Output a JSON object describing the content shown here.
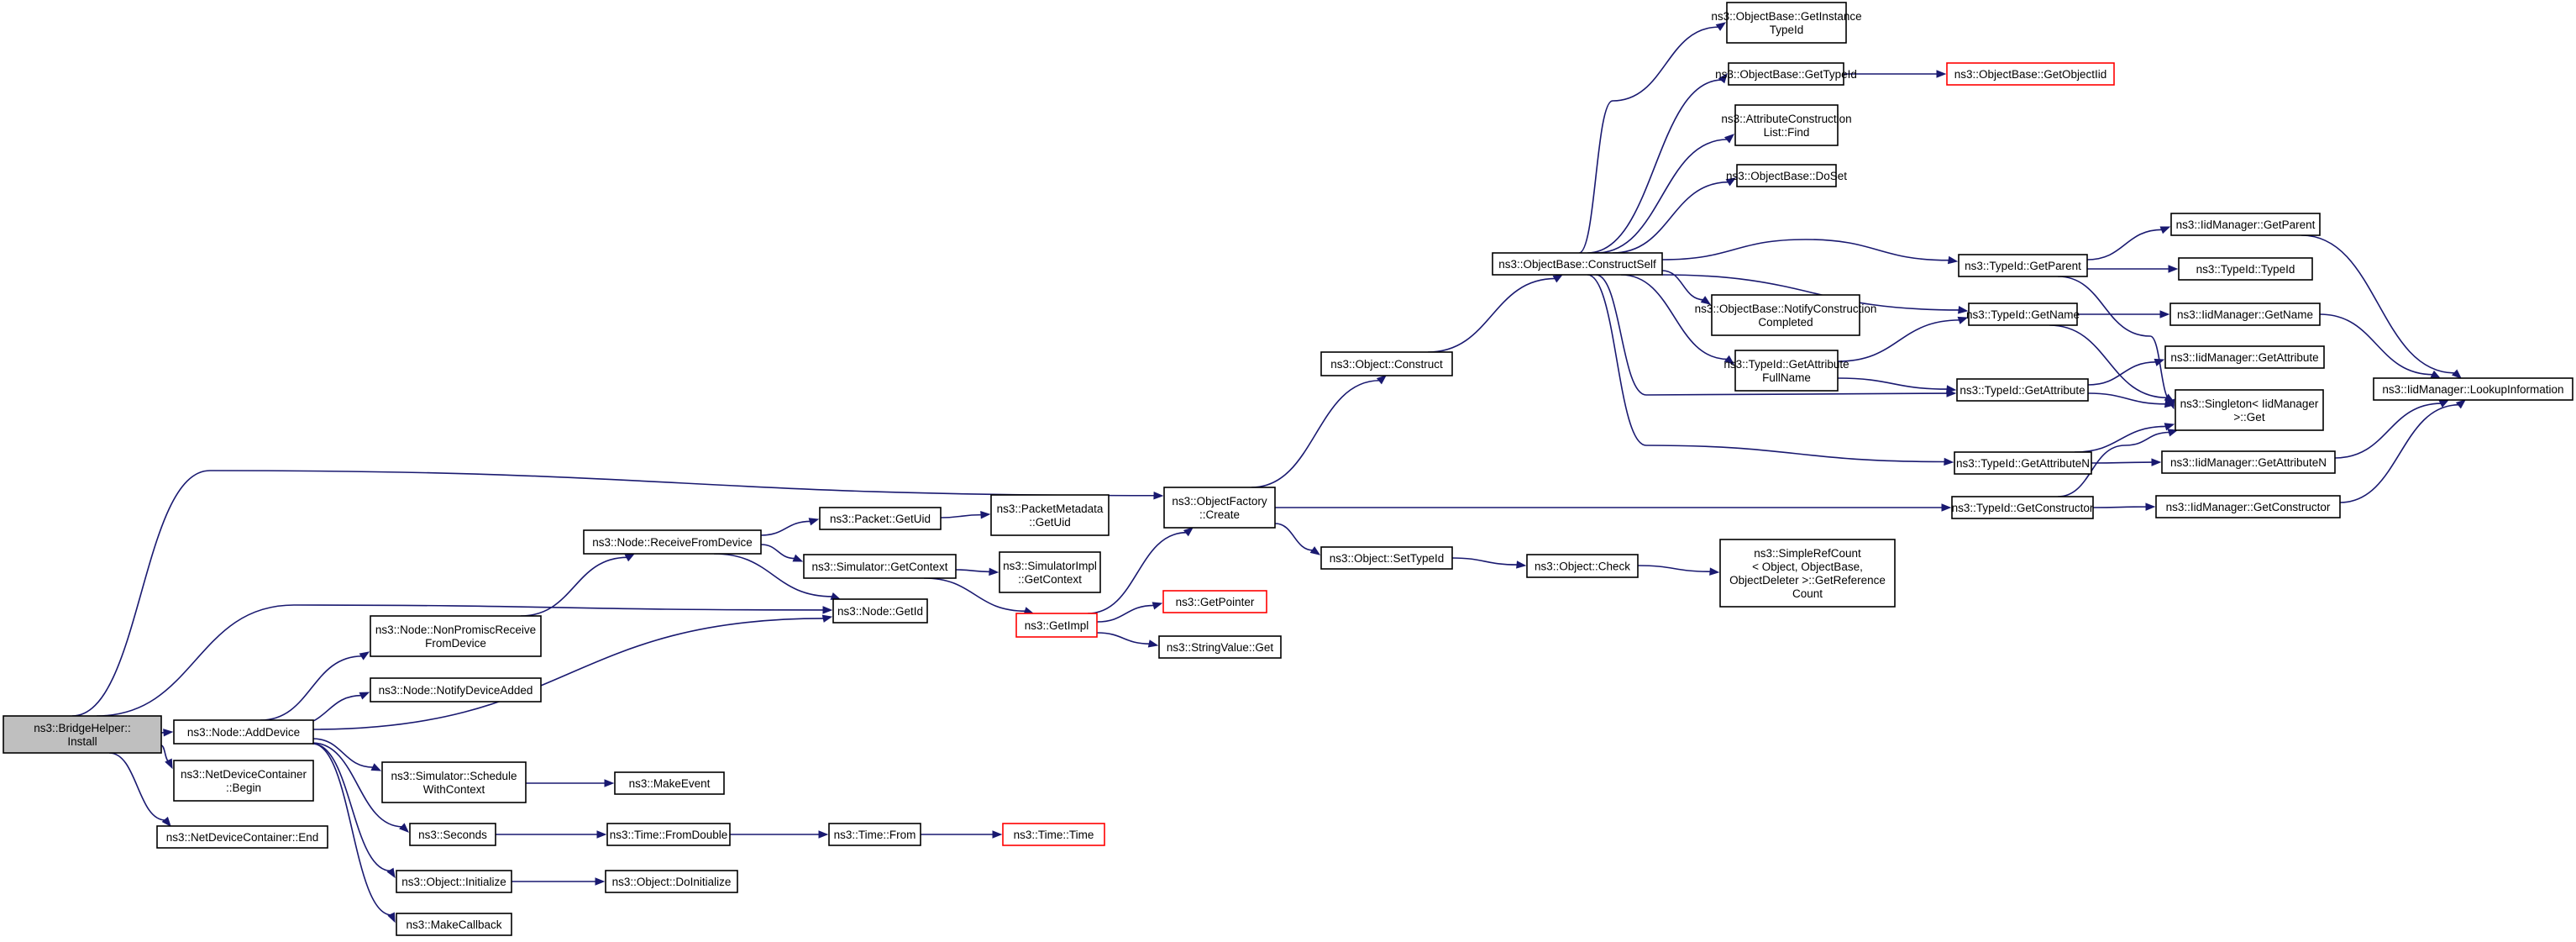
{
  "diagram": {
    "type": "call-graph",
    "colors": {
      "edge": "#191970",
      "node_border": "#000000",
      "missing_node_border": "#ff0000",
      "root_fill": "#bfbfbf",
      "node_fill": "#ffffff"
    },
    "nodes": [
      {
        "id": "install",
        "lines": [
          "ns3::BridgeHelper::",
          "Install"
        ],
        "style": "root"
      },
      {
        "id": "adddevice",
        "lines": [
          "ns3::Node::AddDevice"
        ],
        "style": "normal"
      },
      {
        "id": "ndcbegin",
        "lines": [
          "ns3::NetDeviceContainer",
          "::Begin"
        ],
        "style": "normal"
      },
      {
        "id": "ndcend",
        "lines": [
          "ns3::NetDeviceContainer::End"
        ],
        "style": "normal"
      },
      {
        "id": "nonpromisc",
        "lines": [
          "ns3::Node::NonPromiscReceive",
          "FromDevice"
        ],
        "style": "normal"
      },
      {
        "id": "notifyadded",
        "lines": [
          "ns3::Node::NotifyDeviceAdded"
        ],
        "style": "normal"
      },
      {
        "id": "schedulectx",
        "lines": [
          "ns3::Simulator::Schedule",
          "WithContext"
        ],
        "style": "normal"
      },
      {
        "id": "seconds",
        "lines": [
          "ns3::Seconds"
        ],
        "style": "normal"
      },
      {
        "id": "objinit",
        "lines": [
          "ns3::Object::Initialize"
        ],
        "style": "normal"
      },
      {
        "id": "makecallback",
        "lines": [
          "ns3::MakeCallback"
        ],
        "style": "normal"
      },
      {
        "id": "receivefromdevice",
        "lines": [
          "ns3::Node::ReceiveFromDevice"
        ],
        "style": "normal"
      },
      {
        "id": "nodegetid",
        "lines": [
          "ns3::Node::GetId"
        ],
        "style": "normal"
      },
      {
        "id": "packetgetuid",
        "lines": [
          "ns3::Packet::GetUid"
        ],
        "style": "normal"
      },
      {
        "id": "simgetcontext",
        "lines": [
          "ns3::Simulator::GetContext"
        ],
        "style": "normal"
      },
      {
        "id": "pktmetagetuid",
        "lines": [
          "ns3::PacketMetadata",
          "::GetUid"
        ],
        "style": "normal"
      },
      {
        "id": "simimplgetcontext",
        "lines": [
          "ns3::SimulatorImpl",
          "::GetContext"
        ],
        "style": "normal"
      },
      {
        "id": "getimpl",
        "lines": [
          "ns3::GetImpl"
        ],
        "style": "missing"
      },
      {
        "id": "getpointer",
        "lines": [
          "ns3::GetPointer"
        ],
        "style": "missing"
      },
      {
        "id": "stringvalueget",
        "lines": [
          "ns3::StringValue::Get"
        ],
        "style": "normal"
      },
      {
        "id": "makeevent",
        "lines": [
          "ns3::MakeEvent"
        ],
        "style": "normal"
      },
      {
        "id": "timefromdouble",
        "lines": [
          "ns3::Time::FromDouble"
        ],
        "style": "normal"
      },
      {
        "id": "timefrom",
        "lines": [
          "ns3::Time::From"
        ],
        "style": "normal"
      },
      {
        "id": "timetime",
        "lines": [
          "ns3::Time::Time"
        ],
        "style": "missing"
      },
      {
        "id": "objdoinit",
        "lines": [
          "ns3::Object::DoInitialize"
        ],
        "style": "normal"
      },
      {
        "id": "objfactorycreate",
        "lines": [
          "ns3::ObjectFactory",
          "::Create"
        ],
        "style": "normal"
      },
      {
        "id": "objconstruct",
        "lines": [
          "ns3::Object::Construct"
        ],
        "style": "normal"
      },
      {
        "id": "objsettypeid",
        "lines": [
          "ns3::Object::SetTypeId"
        ],
        "style": "normal"
      },
      {
        "id": "objcheck",
        "lines": [
          "ns3::Object::Check"
        ],
        "style": "normal"
      },
      {
        "id": "simplerefcount",
        "lines": [
          "ns3::SimpleRefCount",
          "< Object, ObjectBase,",
          "ObjectDeleter >::GetReference",
          "Count"
        ],
        "style": "normal"
      },
      {
        "id": "constructself",
        "lines": [
          "ns3::ObjectBase::ConstructSelf"
        ],
        "style": "normal"
      },
      {
        "id": "getinstancetypeid",
        "lines": [
          "ns3::ObjectBase::GetInstance",
          "TypeId"
        ],
        "style": "normal"
      },
      {
        "id": "objbasegettypeid",
        "lines": [
          "ns3::ObjectBase::GetTypeId"
        ],
        "style": "normal"
      },
      {
        "id": "getobjectiid",
        "lines": [
          "ns3::ObjectBase::GetObjectIid"
        ],
        "style": "missing"
      },
      {
        "id": "attrconstrfind",
        "lines": [
          "ns3::AttributeConstruction",
          "List::Find"
        ],
        "style": "normal"
      },
      {
        "id": "doset",
        "lines": [
          "ns3::ObjectBase::DoSet"
        ],
        "style": "normal"
      },
      {
        "id": "notifyconstr",
        "lines": [
          "ns3::ObjectBase::NotifyConstruction",
          "Completed"
        ],
        "style": "normal"
      },
      {
        "id": "getattrfullname",
        "lines": [
          "ns3::TypeId::GetAttribute",
          "FullName"
        ],
        "style": "normal"
      },
      {
        "id": "typeidgetparent",
        "lines": [
          "ns3::TypeId::GetParent"
        ],
        "style": "normal"
      },
      {
        "id": "typeidgetname",
        "lines": [
          "ns3::TypeId::GetName"
        ],
        "style": "normal"
      },
      {
        "id": "typeidgetattribute",
        "lines": [
          "ns3::TypeId::GetAttribute"
        ],
        "style": "normal"
      },
      {
        "id": "typeidgetattributen",
        "lines": [
          "ns3::TypeId::GetAttributeN"
        ],
        "style": "normal"
      },
      {
        "id": "typeidgetconstructor",
        "lines": [
          "ns3::TypeId::GetConstructor"
        ],
        "style": "normal"
      },
      {
        "id": "iidgetparent",
        "lines": [
          "ns3::IidManager::GetParent"
        ],
        "style": "normal"
      },
      {
        "id": "typeidtypeid",
        "lines": [
          "ns3::TypeId::TypeId"
        ],
        "style": "normal"
      },
      {
        "id": "iidgetname",
        "lines": [
          "ns3::IidManager::GetName"
        ],
        "style": "normal"
      },
      {
        "id": "iidgetattribute",
        "lines": [
          "ns3::IidManager::GetAttribute"
        ],
        "style": "normal"
      },
      {
        "id": "singletonget",
        "lines": [
          "ns3::Singleton< IidManager",
          ">::Get"
        ],
        "style": "normal"
      },
      {
        "id": "iidgetattributen",
        "lines": [
          "ns3::IidManager::GetAttributeN"
        ],
        "style": "normal"
      },
      {
        "id": "iidgetconstructor",
        "lines": [
          "ns3::IidManager::GetConstructor"
        ],
        "style": "normal"
      },
      {
        "id": "iidlookupinfo",
        "lines": [
          "ns3::IidManager::LookupInformation"
        ],
        "style": "normal"
      }
    ],
    "edges": [
      [
        "install",
        "adddevice"
      ],
      [
        "install",
        "ndcbegin"
      ],
      [
        "install",
        "ndcend"
      ],
      [
        "install",
        "nodegetid"
      ],
      [
        "install",
        "objfactorycreate"
      ],
      [
        "adddevice",
        "nonpromisc"
      ],
      [
        "adddevice",
        "notifyadded"
      ],
      [
        "adddevice",
        "nodegetid"
      ],
      [
        "adddevice",
        "schedulectx"
      ],
      [
        "adddevice",
        "seconds"
      ],
      [
        "adddevice",
        "objinit"
      ],
      [
        "adddevice",
        "makecallback"
      ],
      [
        "nonpromisc",
        "receivefromdevice"
      ],
      [
        "receivefromdevice",
        "packetgetuid"
      ],
      [
        "receivefromdevice",
        "simgetcontext"
      ],
      [
        "receivefromdevice",
        "nodegetid"
      ],
      [
        "packetgetuid",
        "pktmetagetuid"
      ],
      [
        "simgetcontext",
        "simimplgetcontext"
      ],
      [
        "simgetcontext",
        "getimpl"
      ],
      [
        "getimpl",
        "objfactorycreate"
      ],
      [
        "getimpl",
        "getpointer"
      ],
      [
        "getimpl",
        "stringvalueget"
      ],
      [
        "schedulectx",
        "makeevent"
      ],
      [
        "seconds",
        "timefromdouble"
      ],
      [
        "timefromdouble",
        "timefrom"
      ],
      [
        "timefrom",
        "timetime"
      ],
      [
        "objinit",
        "objdoinit"
      ],
      [
        "objfactorycreate",
        "objconstruct"
      ],
      [
        "objfactorycreate",
        "objsettypeid"
      ],
      [
        "objfactorycreate",
        "typeidgetconstructor"
      ],
      [
        "objsettypeid",
        "objcheck"
      ],
      [
        "objcheck",
        "simplerefcount"
      ],
      [
        "objconstruct",
        "constructself"
      ],
      [
        "constructself",
        "getinstancetypeid"
      ],
      [
        "constructself",
        "objbasegettypeid"
      ],
      [
        "constructself",
        "attrconstrfind"
      ],
      [
        "constructself",
        "doset"
      ],
      [
        "constructself",
        "typeidgetparent"
      ],
      [
        "constructself",
        "notifyconstr"
      ],
      [
        "constructself",
        "typeidgetname"
      ],
      [
        "constructself",
        "getattrfullname"
      ],
      [
        "constructself",
        "typeidgetattribute"
      ],
      [
        "constructself",
        "typeidgetattributen"
      ],
      [
        "objbasegettypeid",
        "getobjectiid"
      ],
      [
        "getattrfullname",
        "typeidgetname"
      ],
      [
        "getattrfullname",
        "typeidgetattribute"
      ],
      [
        "typeidgetparent",
        "iidgetparent"
      ],
      [
        "typeidgetparent",
        "typeidtypeid"
      ],
      [
        "typeidgetparent",
        "singletonget"
      ],
      [
        "typeidgetname",
        "iidgetname"
      ],
      [
        "typeidgetname",
        "singletonget"
      ],
      [
        "typeidgetattribute",
        "iidgetattribute"
      ],
      [
        "typeidgetattribute",
        "singletonget"
      ],
      [
        "typeidgetattributen",
        "singletonget"
      ],
      [
        "typeidgetattributen",
        "iidgetattributen"
      ],
      [
        "typeidgetconstructor",
        "singletonget"
      ],
      [
        "typeidgetconstructor",
        "iidgetconstructor"
      ],
      [
        "iidgetparent",
        "iidlookupinfo"
      ],
      [
        "iidgetname",
        "iidlookupinfo"
      ],
      [
        "iidgetattributen",
        "iidlookupinfo"
      ],
      [
        "iidgetconstructor",
        "iidlookupinfo"
      ]
    ]
  }
}
